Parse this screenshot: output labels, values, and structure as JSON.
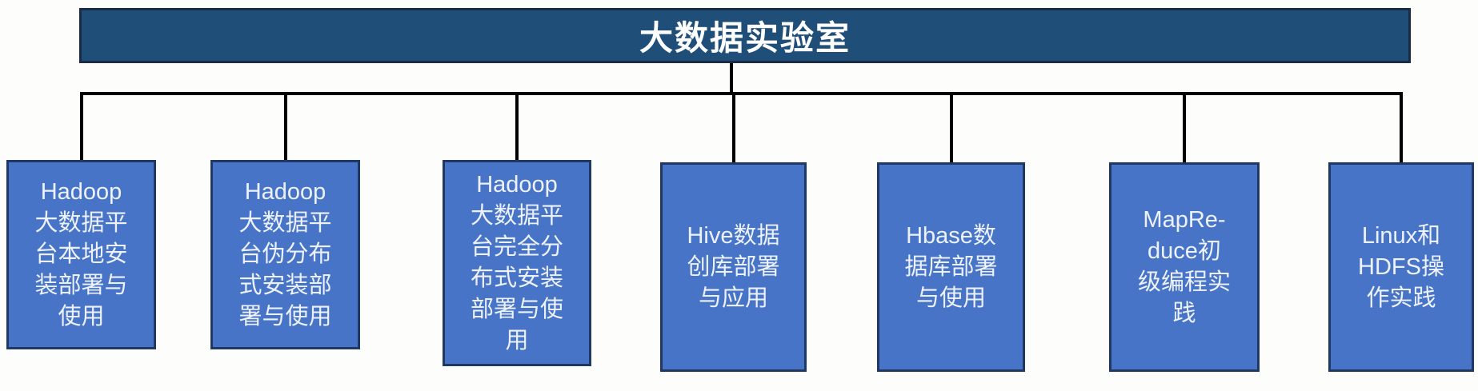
{
  "colors": {
    "title_fill": "#1f4e79",
    "title_border": "#1a2b45",
    "title_text": "#ffffff",
    "node_fill": "#4874c8",
    "node_border": "#1f3864",
    "node_text": "#edf2fa",
    "connector": "#000000"
  },
  "diagram": {
    "title": "大数据实验室",
    "nodes": [
      {
        "id": "hadoop-local",
        "text": "Hadoop\n大数据平\n台本地安\n装部署与\n使用"
      },
      {
        "id": "hadoop-pseudo",
        "text": "Hadoop\n大数据平\n台伪分布\n式安装部\n署与使用"
      },
      {
        "id": "hadoop-full",
        "text": "Hadoop\n大数据平\n台完全分\n布式安装\n部署与使\n用"
      },
      {
        "id": "hive",
        "text": "Hive数据\n创库部署\n与应用"
      },
      {
        "id": "hbase",
        "text": "Hbase数\n据库部署\n与使用"
      },
      {
        "id": "mapreduce",
        "text": "MapRe-\nduce初\n级编程实\n践"
      },
      {
        "id": "linux-hdfs",
        "text": "Linux和\nHDFS操\n作实践"
      }
    ]
  }
}
